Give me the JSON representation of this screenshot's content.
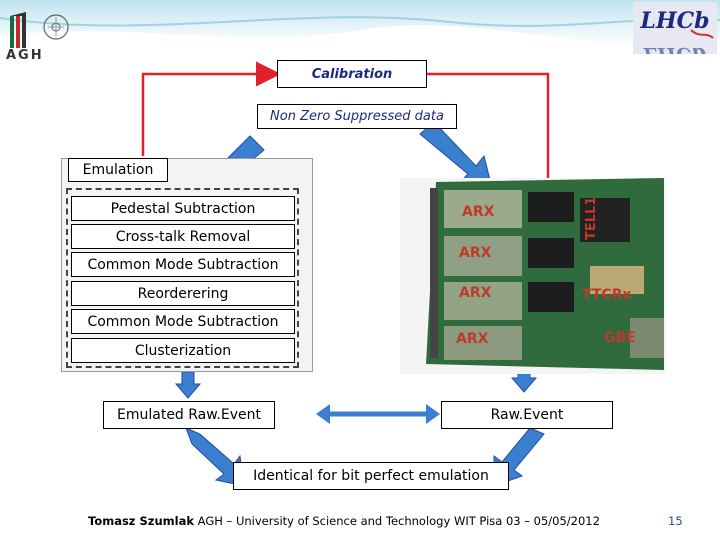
{
  "calibration": "Calibration",
  "nzs_data": "Non Zero Suppressed data",
  "emulation": {
    "label": "Emulation",
    "steps": [
      "Pedestal Subtraction",
      "Cross-talk Removal",
      "Common Mode Subtraction",
      "Reorderering",
      "Common Mode Subtraction",
      "Clusterization"
    ]
  },
  "emulated_raw_event": "Emulated Raw.Event",
  "raw_event": "Raw.Event",
  "identical": "Identical for bit perfect emulation",
  "board": {
    "labels": [
      "ARX",
      "ARX",
      "ARX",
      "ARX"
    ],
    "tell1": "TELL1",
    "ttcrx": "TTCRx",
    "gbe": "GBE"
  },
  "footer": {
    "author": "Tomasz Szumlak",
    "text": " AGH – University of Science and Technology WIT Pisa 03 – 05/05/2012",
    "page": "15"
  },
  "logos": {
    "agh": "AGH",
    "lhcb": "LHCb"
  },
  "colors": {
    "arrow_red": "#e0202a",
    "arrow_blue": "#3a7fd0",
    "label_red": "#c0392b",
    "page_blue": "#1f4f9f"
  }
}
